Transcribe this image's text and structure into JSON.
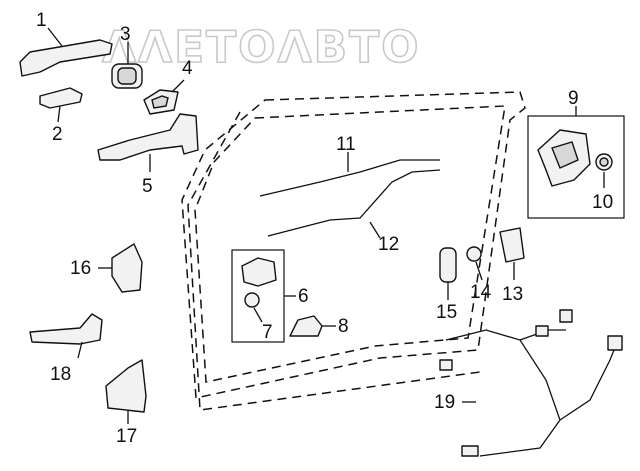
{
  "watermark": "ΛΛΕΤΟΛΒΤΟ",
  "callouts": [
    "1",
    "2",
    "3",
    "4",
    "5",
    "6",
    "7",
    "8",
    "9",
    "10",
    "11",
    "12",
    "13",
    "14",
    "15",
    "16",
    "17",
    "18",
    "19"
  ],
  "parts": [
    "outside-handle",
    "handle-cover",
    "inside-handle",
    "inside-handle-bezel",
    "handle-frame",
    "lock-cylinder-group",
    "cylinder-screw",
    "lock-cap",
    "door-lock-assembly",
    "lock-grommet",
    "inside-lock-cable",
    "outside-lock-cable",
    "lock-bracket",
    "striker-bolt",
    "striker-plate",
    "upper-hinge",
    "lower-hinge",
    "door-check",
    "wire-harness"
  ]
}
